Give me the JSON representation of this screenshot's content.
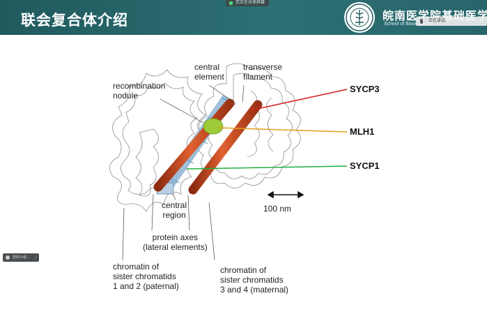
{
  "header": {
    "title": "联会复合体介绍",
    "school_name_cn": "皖南医学院基础医学院",
    "school_name_en": "School of Basic Medi",
    "share_indicator": "您正在共享屏幕",
    "speaking_label": "正在讲话:"
  },
  "floating_toolbar": {
    "label": "您的小组..."
  },
  "diagram": {
    "labels": {
      "recombination_nodule": [
        "recombination",
        "nodule"
      ],
      "central_element": [
        "central",
        "element"
      ],
      "transverse_filament": [
        "transverse",
        "filament"
      ],
      "central_region": [
        "central",
        "region"
      ],
      "protein_axes": [
        "protein axes",
        "(lateral elements)"
      ],
      "chromatin_paternal": [
        "chromatin of",
        "sister chromatids",
        "1 and 2 (paternal)"
      ],
      "chromatin_maternal": [
        "chromatin of",
        "sister chromatids",
        "3 and 4 (maternal)"
      ],
      "scale": "100 nm"
    },
    "proteins": [
      {
        "name": "SYCP3",
        "color": "#d62020"
      },
      {
        "name": "MLH1",
        "color": "#e0a020"
      },
      {
        "name": "SYCP1",
        "color": "#22b040"
      }
    ],
    "colors": {
      "axes": "#c8461e",
      "nodule": "#9ccc3a",
      "central": "#8fb6d6",
      "chromatin": "#a8a8a8"
    }
  }
}
